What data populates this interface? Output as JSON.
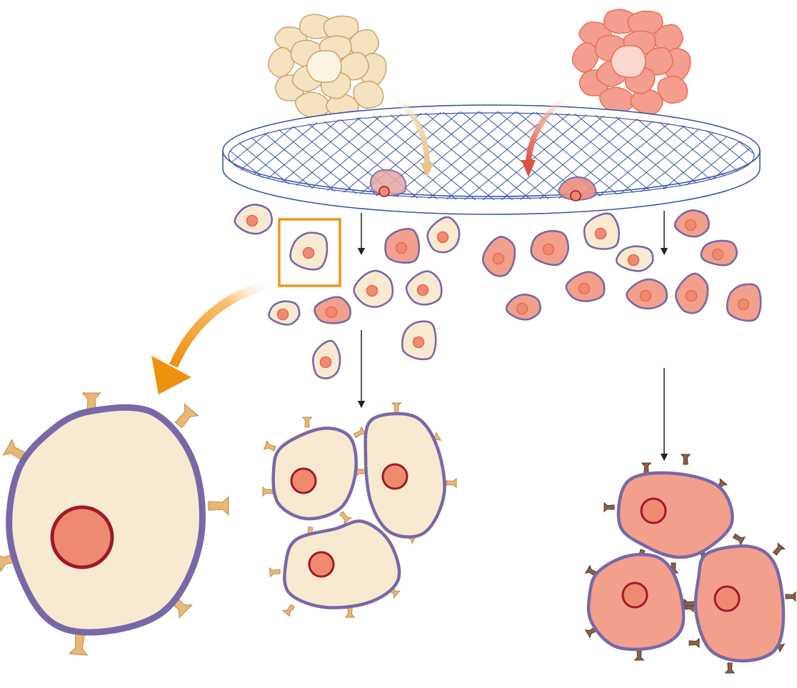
{
  "colors": {
    "cream_fill": "#f7ead0",
    "cream_stroke": "#c79f68",
    "pink_fill": "#f2a08c",
    "pink_stroke": "#e86a55",
    "membrane": "#7868a8",
    "nucleus_fill": "#ee8a70",
    "nucleus_stroke": "#a0182a",
    "sieve": "#3a53a4",
    "highlight_box": "#f0941a",
    "flow_arrow": "#222222",
    "receptor_cream": "#e8b877",
    "receptor_dark": "#8a6048"
  },
  "icons": {
    "tissue_clump": "cell-cluster",
    "sieve": "mesh-filter",
    "cell": "cell-with-nucleus",
    "magnify": "selection-box-with-arrow"
  }
}
